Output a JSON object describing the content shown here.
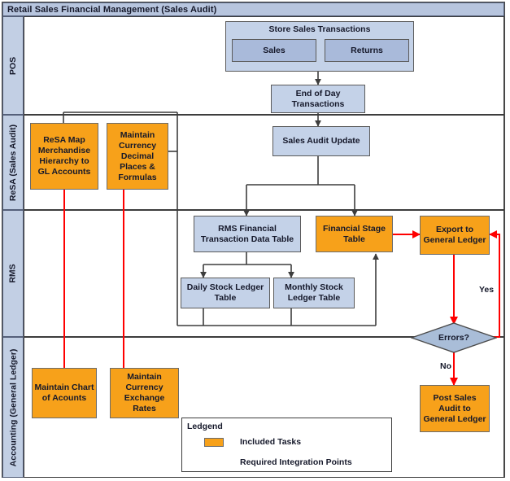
{
  "diagram": {
    "title": "Retail Sales Financial Management (Sales Audit)",
    "type": "swimlane-flowchart",
    "colors": {
      "title_bar": "#b7c5de",
      "lane_header": "#c2cfe4",
      "process_blue": "#c4d2e8",
      "process_blue_mid": "#a9bada",
      "included_task_orange": "#f7a11a",
      "integration_red": "#ff0000",
      "connector_gray": "#555555"
    }
  },
  "lanes": [
    {
      "id": "pos",
      "label": "POS"
    },
    {
      "id": "resa",
      "label": "ReSA (Sales Audit)"
    },
    {
      "id": "rms",
      "label": "RMS"
    },
    {
      "id": "accounting",
      "label": "Accounting (General Ledger)"
    }
  ],
  "nodes": {
    "store_sales_transactions": {
      "label": "Store Sales Transactions",
      "lane": "pos",
      "style": "container"
    },
    "sales": {
      "label": "Sales",
      "lane": "pos",
      "style": "blue-mid"
    },
    "returns": {
      "label": "Returns",
      "lane": "pos",
      "style": "blue-mid"
    },
    "end_of_day": {
      "label": "End of Day Transactions",
      "lane": "pos",
      "style": "blue"
    },
    "resa_map": {
      "label": "ReSA Map Merchandise Hierarchy to GL Accounts",
      "lane": "resa",
      "style": "orange"
    },
    "maintain_currency_decimal": {
      "label": "Maintain Currency Decimal Places & Formulas",
      "lane": "resa",
      "style": "orange"
    },
    "sales_audit_update": {
      "label": "Sales Audit Update",
      "lane": "resa",
      "style": "blue"
    },
    "rms_financial_txn": {
      "label": "RMS Financial Transaction Data Table",
      "lane": "rms",
      "style": "blue"
    },
    "financial_stage_table": {
      "label": "Financial Stage Table",
      "lane": "rms",
      "style": "orange"
    },
    "export_to_gl": {
      "label": "Export to General Ledger",
      "lane": "rms",
      "style": "orange"
    },
    "daily_stock_ledger": {
      "label": "Daily Stock Ledger Table",
      "lane": "rms",
      "style": "blue"
    },
    "monthly_stock_ledger": {
      "label": "Monthly Stock Ledger Table",
      "lane": "rms",
      "style": "blue"
    },
    "errors_decision": {
      "label": "Errors?",
      "lane": "rms",
      "style": "diamond"
    },
    "post_sales_audit": {
      "label": "Post Sales Audit to General Ledger",
      "lane": "accounting",
      "style": "orange"
    },
    "maintain_chart_of_accounts": {
      "label": "Maintain Chart of Acounts",
      "lane": "accounting",
      "style": "orange"
    },
    "maintain_currency_exchange": {
      "label": "Maintain Currency Exchange Rates",
      "lane": "accounting",
      "style": "orange"
    }
  },
  "edge_labels": {
    "yes": "Yes",
    "no": "No"
  },
  "legend": {
    "title": "Ledgend",
    "items": [
      {
        "marker": "orange-swatch",
        "label": "Included Tasks"
      },
      {
        "marker": "red-arrow",
        "label": "Required Integration Points"
      }
    ]
  }
}
